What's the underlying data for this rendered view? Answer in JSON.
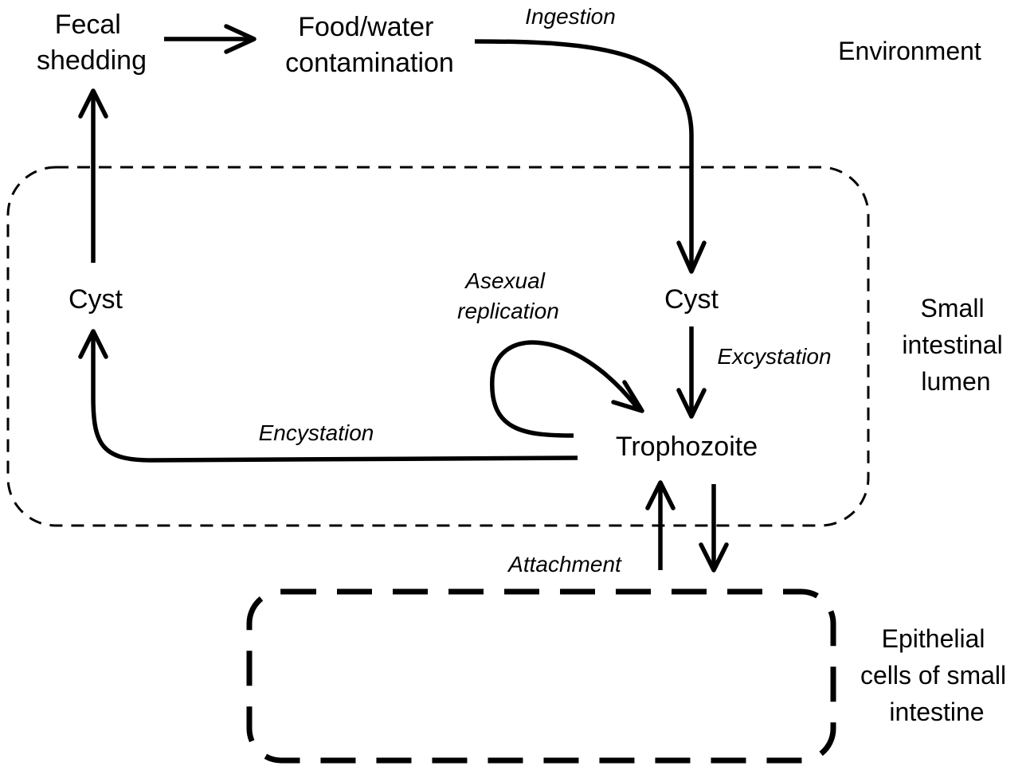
{
  "nodes": {
    "fecal_shedding": [
      "Fecal",
      "shedding"
    ],
    "food_water": [
      "Food/water",
      "contamination"
    ],
    "cyst_left": "Cyst",
    "cyst_right": "Cyst",
    "trophozoite": "Trophozoite"
  },
  "edges": {
    "ingestion": "Ingestion",
    "asexual": [
      "Asexual",
      "replication"
    ],
    "excystation": "Excystation",
    "encystation": "Encystation",
    "attachment": "Attachment"
  },
  "regions": {
    "environment": "Environment",
    "lumen": [
      "Small",
      "intestinal",
      "lumen"
    ],
    "epithelial": [
      "Epithelial",
      "cells of small",
      "intestine"
    ]
  }
}
